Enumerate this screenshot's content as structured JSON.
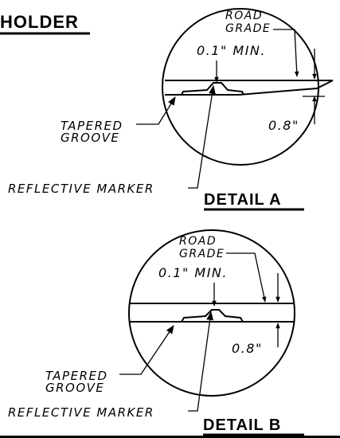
{
  "holder_heading": "HOLDER",
  "details": [
    {
      "title": "DETAIL A",
      "road_grade_line1": "ROAD",
      "road_grade_line2": "GRADE",
      "min_depth": "0.1\" MIN.",
      "groove_depth": "0.8\"",
      "tapered_line1": "TAPERED",
      "tapered_line2": "GROOVE",
      "marker_label": "REFLECTIVE MARKER"
    },
    {
      "title": "DETAIL B",
      "road_grade_line1": "ROAD",
      "road_grade_line2": "GRADE",
      "min_depth": "0.1\" MIN.",
      "groove_depth": "0.8\"",
      "tapered_line1": "TAPERED",
      "tapered_line2": "GROOVE",
      "marker_label": "REFLECTIVE MARKER"
    }
  ]
}
